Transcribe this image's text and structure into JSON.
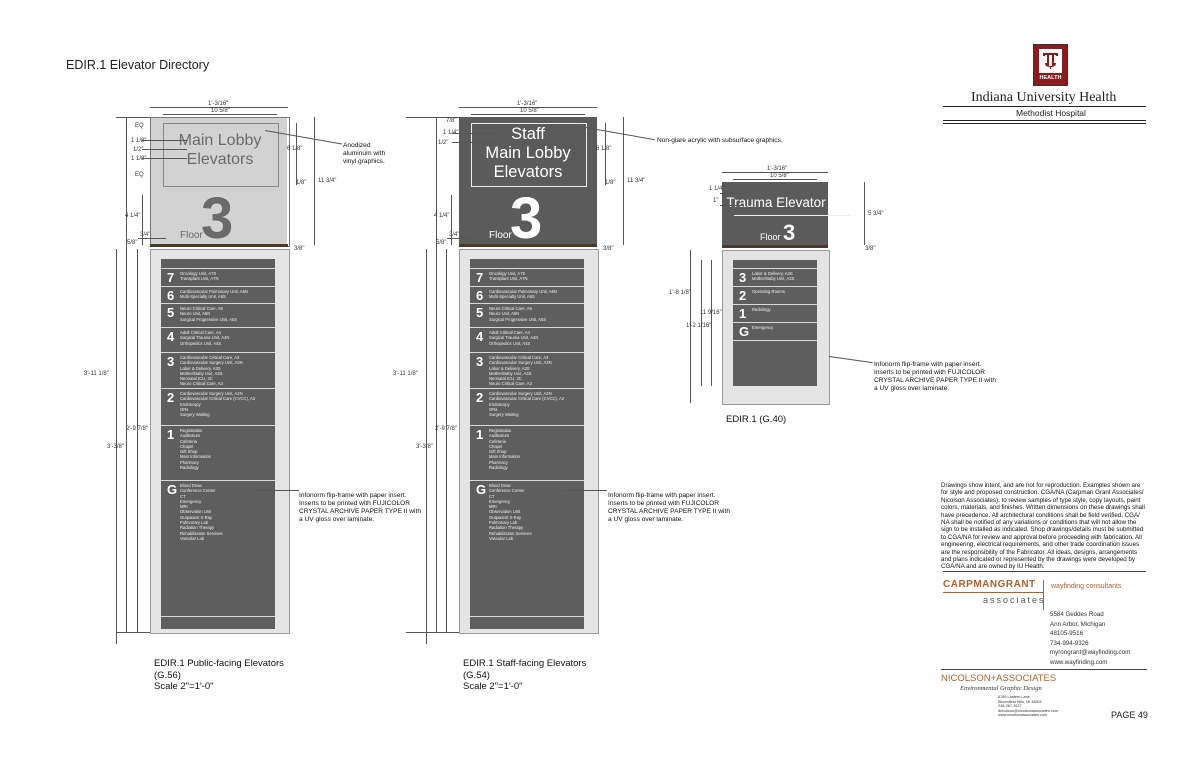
{
  "page": {
    "title": "EDIR.1 Elevator Directory",
    "page_number": "PAGE 49"
  },
  "brand": {
    "logo_text": "HEALTH",
    "org": "Indiana University Health",
    "site": "Methodist Hospital"
  },
  "directory_rows": [
    {
      "num": "7",
      "lines": [
        "Oncology Unit, A7S",
        "Transplant Unit, A7N"
      ]
    },
    {
      "num": "6",
      "lines": [
        "Cardiovascular Pulmonary Unit, A6N",
        "Multi-Specialty Unit, A6S"
      ]
    },
    {
      "num": "5",
      "lines": [
        "Neuro Critical Care, A5",
        "Neuro Unit, A5N",
        "Surgical Progressive Unit, A5S"
      ]
    },
    {
      "num": "4",
      "lines": [
        "Adult Critical Care, A4",
        "Surgical Trauma Unit, A4N",
        "Orthopedics Unit, A4S"
      ]
    },
    {
      "num": "3",
      "lines": [
        "Cardiovascular Critical Care, A3",
        "Cardiovascular Surgery Unit, A3N",
        "Labor & Delivery, A3S",
        "Mother/Baby Unit, A3S",
        "Neonatal ICU, 3C",
        "Neuro Critical Care, A3"
      ]
    },
    {
      "num": "2",
      "lines": [
        "Cardiovascular Surgery Unit, A2N",
        "Cardiovascular Critical Care (CVCC), A2",
        "Endoscopy",
        "ORs",
        "Surgery Waiting"
      ]
    },
    {
      "num": "1",
      "lines": [
        "Registration",
        "Auditorium",
        "Cafeteria",
        "Chapel",
        "Gift Shop",
        "Main Information",
        "Pharmacy",
        "Radiology"
      ]
    },
    {
      "num": "G",
      "lines": [
        "Blood Draw",
        "Conference Center",
        "CT",
        "Emergency",
        "MRI",
        "Observation Unit",
        "Outpatient X-Ray",
        "Pulmonary Lab",
        "Radiation Therapy",
        "Rehabilitation Services",
        "Vascular Lab"
      ]
    }
  ],
  "trauma_rows": [
    {
      "num": "3",
      "lines": [
        "Labor & Delivery, A3S",
        "Mother/Baby Unit, A3S"
      ]
    },
    {
      "num": "2",
      "lines": [
        "Operating Rooms"
      ]
    },
    {
      "num": "1",
      "lines": [
        "Radiology"
      ]
    },
    {
      "num": "G",
      "lines": [
        "Emergency"
      ]
    }
  ],
  "signs": {
    "public": {
      "header": [
        "Main Lobby",
        "Elevators"
      ],
      "floor_label": "Floor",
      "floor_number": "3",
      "callout": [
        "Anodized",
        "aluminum with",
        "vinyl graphics."
      ],
      "caption": [
        "EDIR.1 Public-facing Elevators",
        "(G.56)",
        "Scale 2\"=1'-0\""
      ]
    },
    "staff": {
      "header": [
        "Staff",
        "Main Lobby",
        "Elevators"
      ],
      "floor_label": "Floor",
      "floor_number": "3",
      "callout": [
        "Non-glare acrylic with subsurface graphics."
      ],
      "caption": [
        "EDIR.1 Staff-facing Elevators",
        "(G.54)",
        "Scale 2\"=1'-0\""
      ]
    },
    "trauma": {
      "header": "Trauma Elevator",
      "floor_label": "Floor",
      "floor_number": "3",
      "caption": "EDIR.1 (G.40)"
    }
  },
  "insert_note": [
    "Infonorm flip-frame with paper insert.",
    "Inserts to be printed with FUJICOLOR",
    "CRYSTAL ARCHIVE PAPER TYPE II with",
    "a UV gloss over laminate."
  ],
  "dims": {
    "w1": "1'-3/16\"",
    "w2": "10 5/8\"",
    "eq": "EQ",
    "d118": "1 1/8\"",
    "d12": "1/2\"",
    "d118b": "1 1/8\"",
    "d618": "6 1/8\"",
    "d18": "1/8\"",
    "d1134": "11 3/4\"",
    "d414": "4 1/4\"",
    "d34": "3/4\"",
    "d58": "5/8\"",
    "d38": "3/8\"",
    "d3118": "3'-11 1/8\"",
    "d2978": "2'-9 7/8\"",
    "d338": "3'-3/8\"",
    "s78": "7/8\"",
    "s114": "1 1/4\"",
    "t114": "1 1/4\"",
    "t1": "1\"",
    "t534": "5 3/4\"",
    "t1818": "1'-8 1/8\"",
    "t11916": "11 9/16\"",
    "t12116": "1'-2 1/16\""
  },
  "disclaimer": "Drawings show intent, and are not for reproduction. Examples shown are for style and proposed construction. CGA/NA (Carpman Grant Associates/ Nicolson Associates), to review samples of type style, copy layouts, paint colors, materials, and finishes. Written dimensions on these drawings shall have precedence. All architectural conditions shall be field verified, CGA/ NA shall be notified of any variations or conditions that will not allow the sign to be installed as indicated. Shop drawings/details must be submitted to CGA/NA for review and approval before proceeding with fabrication. All engineering, electrical requirements, and other trade coordination issues are the responsibility of the Fabricator. All ideas, designs, arrangements and plans indicated or represented by the drawings were developed by CGA/NA and are owned by IU Health.",
  "cga": {
    "name": "CARPMANGRANT",
    "sub": "associates",
    "tag": "wayfinding consultants",
    "address": [
      "5584 Geddes Road",
      "Ann Arbor, Michigan",
      "48105-9516",
      "734-994-9326",
      "myrongrant@wayfinding.com",
      "www.wayfinding.com"
    ]
  },
  "nicolson": {
    "name": "NICOLSON+ASSOCIATES",
    "sub": "Environmental Graphic Design",
    "address": [
      "6785 Lantern Lane",
      "Bloomfield Hills, MI 48301",
      "248-267-3927",
      "dnicolson@nicolsonassociates.com",
      "www.nicolsonassociates.com"
    ]
  }
}
